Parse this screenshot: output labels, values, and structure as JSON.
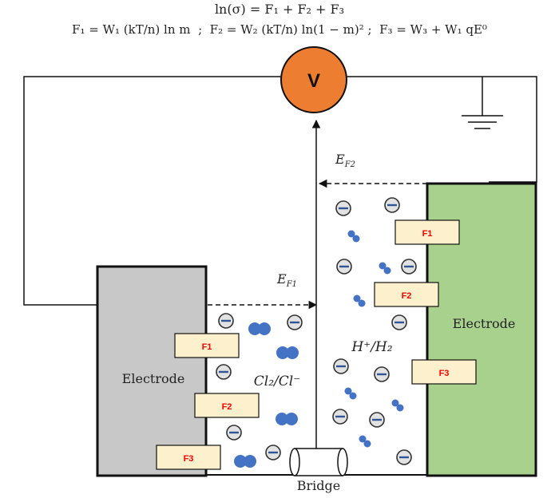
{
  "equations": {
    "line1": "ln(σ) = F₁ + F₂ + F₃",
    "line2_f1": "F₁ = W₁ (kT/n) ln m",
    "line2_f2": "F₂ = W₂ (kT/n) ln(1 − m)²",
    "line2_f3": "F₃ = W₃ + W₁ qE⁰"
  },
  "voltmeter_label": "V",
  "left_electrode_label": "Electrode",
  "right_electrode_label": "Electrode",
  "bridge_label": "Bridge",
  "field_label_1": "E",
  "field_label_1_sub": "F1",
  "field_label_2": "E",
  "field_label_2_sub": "F2",
  "left_species": "Cl₂/Cl⁻",
  "right_species": "H⁺/H₂",
  "left_tags": [
    "F1",
    "F2",
    "F3"
  ],
  "right_tags": [
    "F1",
    "F2",
    "F3"
  ],
  "colors": {
    "voltmeter": "#ed7d31",
    "left_electrode": "#c8c8c8",
    "right_electrode": "#a9d18e",
    "tag_fill": "#fdf0cc",
    "tag_text": "#ff0000",
    "molecule": "#4472c4"
  },
  "icons": [
    "ground-icon",
    "anion-icon",
    "molecule-icon",
    "bridge-tube-icon"
  ]
}
